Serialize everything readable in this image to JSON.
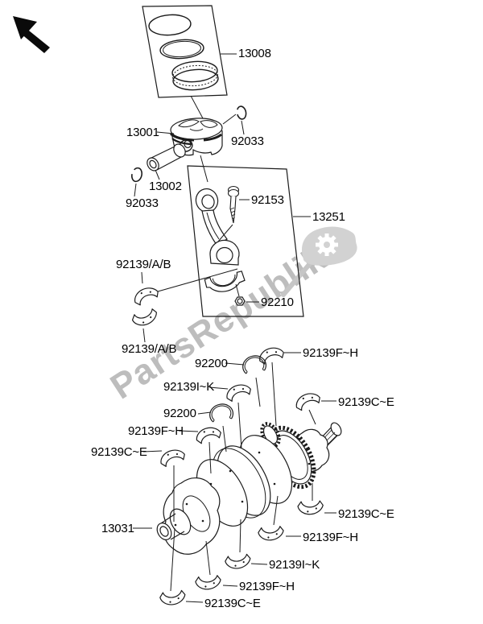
{
  "watermark": {
    "text": "PartsRepublik",
    "color": "#bdbdbd",
    "logo_icon": "gear-flag-icon"
  },
  "labels": {
    "p13008": "13008",
    "p13001": "13001",
    "p92033_a": "92033",
    "p13002": "13002",
    "p92033_b": "92033",
    "p92153": "92153",
    "p13251": "13251",
    "p92139ab_a": "92139/A/B",
    "p92210": "92210",
    "p92139ab_b": "92139/A/B",
    "p92200_a": "92200",
    "p92139fh_a": "92139F~H",
    "p92139ik_a": "92139I~K",
    "p92200_b": "92200",
    "p92139fh_b": "92139F~H",
    "p92139ce_a": "92139C~E",
    "p92139ce_b": "92139C~E",
    "p13031": "13031",
    "p92139ce_c": "92139C~E",
    "p92139fh_c": "92139F~H",
    "p92139ik_b": "92139I~K",
    "p92139fh_d": "92139F~H",
    "p92139ce_d": "92139C~E"
  }
}
